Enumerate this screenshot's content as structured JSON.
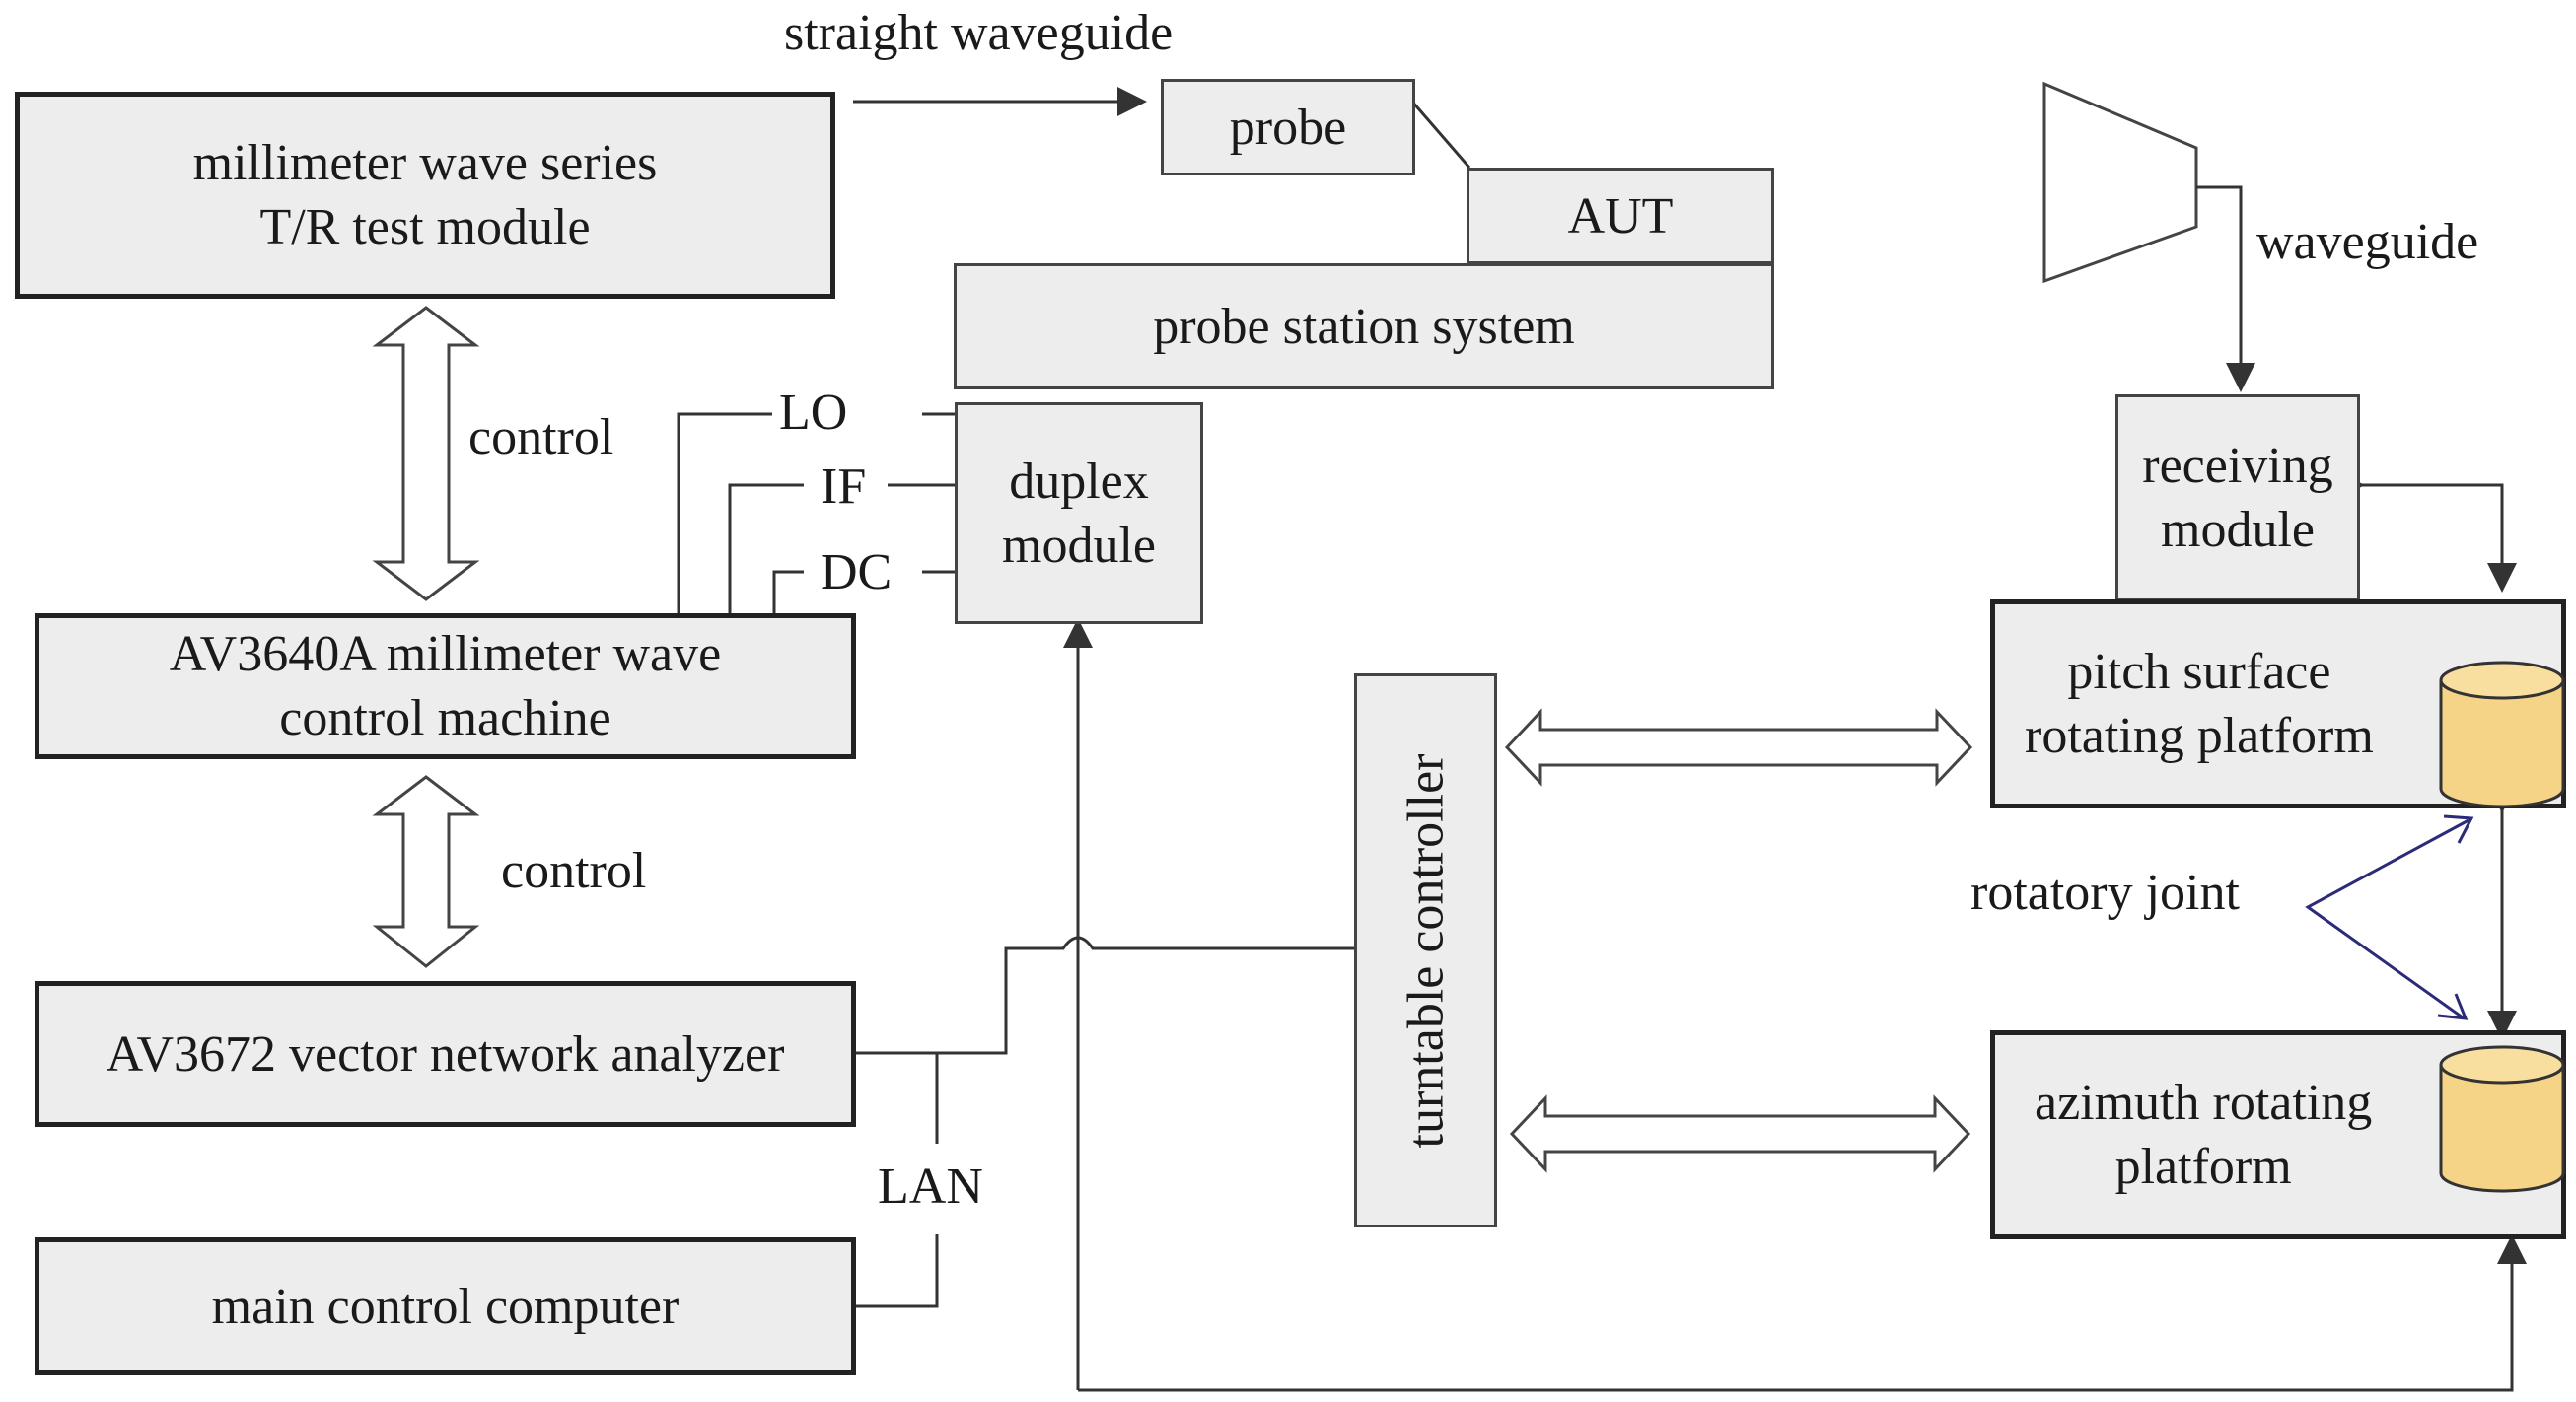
{
  "boxes": {
    "tr_module": [
      "millimeter wave series",
      "T/R test module"
    ],
    "probe": "probe",
    "aut": "AUT",
    "probe_station": "probe station system",
    "duplex": [
      "duplex",
      "module"
    ],
    "control_machine": [
      "AV3640A millimeter wave",
      "control machine"
    ],
    "vna": "AV3672 vector network analyzer",
    "main_computer": "main control computer",
    "turntable": "turntable controller",
    "receiving": [
      "receiving",
      "module"
    ],
    "pitch": [
      "pitch surface",
      "rotating platform"
    ],
    "azimuth": [
      "azimuth rotating",
      "platform"
    ]
  },
  "labels": {
    "straight_waveguide": "straight waveguide",
    "waveguide": "waveguide",
    "control_1": "control",
    "control_2": "control",
    "lo": "LO",
    "if": "IF",
    "dc": "DC",
    "lan": "LAN",
    "rotatory_joint": "rotatory joint"
  },
  "colors": {
    "box_fill": "#ededed",
    "line": "#333333",
    "cylinder_fill": "#f5d488",
    "joint_pointer": "#2b2b7a"
  }
}
